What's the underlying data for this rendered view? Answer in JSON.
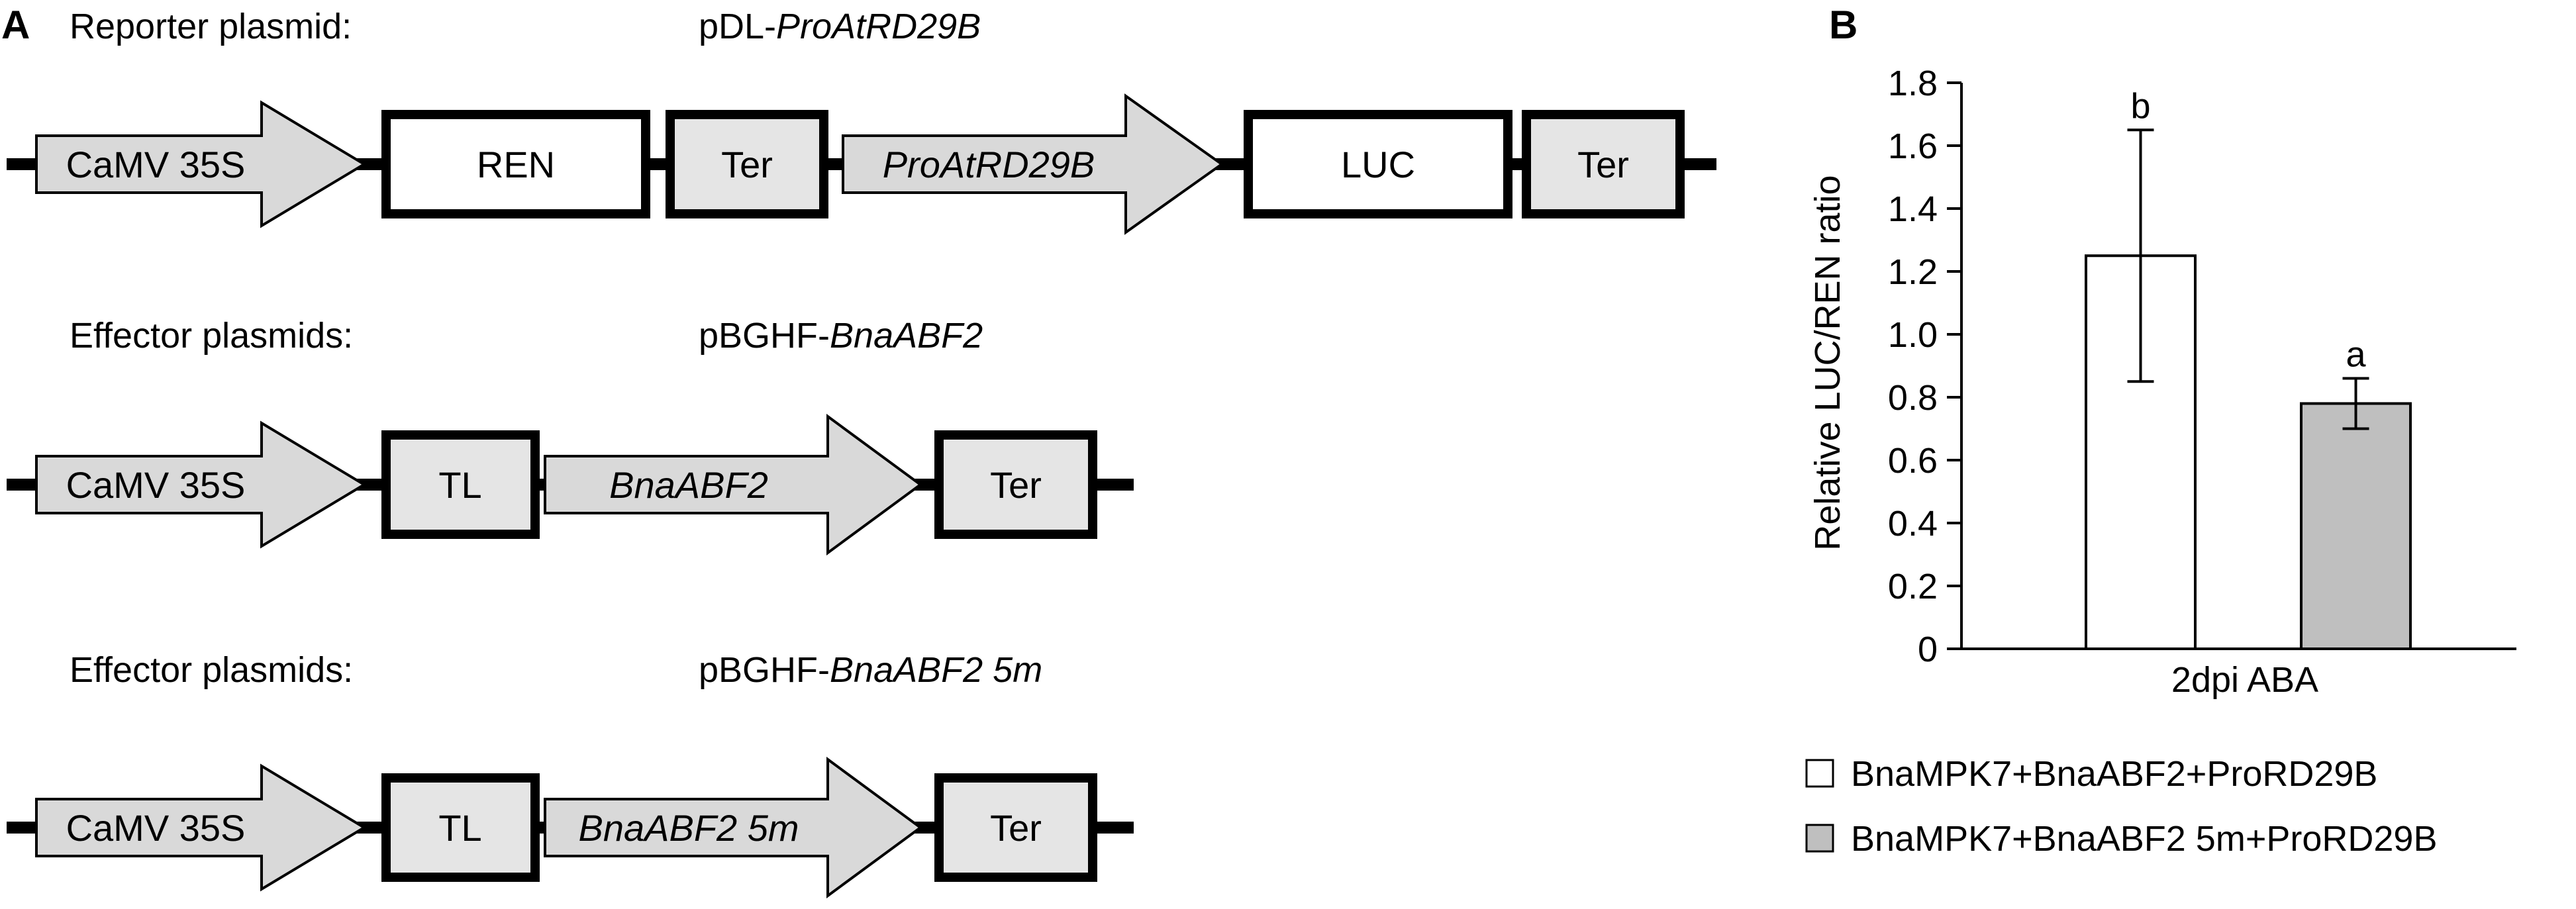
{
  "panel_a": {
    "letter": "A",
    "constructs": [
      {
        "label": "Reporter plasmid:",
        "name_prefix": "pDL-",
        "name_italic": "ProAtRD29B",
        "elements": [
          {
            "kind": "arrow",
            "text": "CaMV 35S",
            "italic": false,
            "fill": "#d9d9d9"
          },
          {
            "kind": "box",
            "text": "REN",
            "italic": false,
            "fill": "#ffffff"
          },
          {
            "kind": "box",
            "text": "Ter",
            "italic": false,
            "fill": "#e5e5e5"
          },
          {
            "kind": "arrow",
            "text": "ProAtRD29B",
            "italic": true,
            "fill": "#d9d9d9"
          },
          {
            "kind": "box",
            "text": "LUC",
            "italic": false,
            "fill": "#ffffff"
          },
          {
            "kind": "box",
            "text": "Ter",
            "italic": false,
            "fill": "#e5e5e5"
          }
        ]
      },
      {
        "label": "Effector plasmids:",
        "name_prefix": "pBGHF-",
        "name_italic": "BnaABF2",
        "elements": [
          {
            "kind": "arrow",
            "text": "CaMV 35S",
            "italic": false,
            "fill": "#d9d9d9"
          },
          {
            "kind": "box",
            "text": "TL",
            "italic": false,
            "fill": "#e5e5e5"
          },
          {
            "kind": "arrow",
            "text": "BnaABF2",
            "italic": true,
            "fill": "#d9d9d9"
          },
          {
            "kind": "box",
            "text": "Ter",
            "italic": false,
            "fill": "#e5e5e5"
          }
        ]
      },
      {
        "label": "Effector plasmids:",
        "name_prefix": "pBGHF-",
        "name_italic": "BnaABF2 5m",
        "elements": [
          {
            "kind": "arrow",
            "text": "CaMV 35S",
            "italic": false,
            "fill": "#d9d9d9"
          },
          {
            "kind": "box",
            "text": "TL",
            "italic": false,
            "fill": "#e5e5e5"
          },
          {
            "kind": "arrow",
            "text": "BnaABF2 5m",
            "italic": true,
            "fill": "#d9d9d9"
          },
          {
            "kind": "box",
            "text": "Ter",
            "italic": false,
            "fill": "#e5e5e5"
          }
        ]
      }
    ]
  },
  "panel_b": {
    "letter": "B"
  },
  "chart_data": {
    "type": "bar",
    "categories": [
      "2dpi ABA"
    ],
    "series": [
      {
        "name": "BnaMPK7+BnaABF2+ProRD29B",
        "values": [
          1.25
        ],
        "error": [
          0.4
        ],
        "significance": "b",
        "color": "#ffffff"
      },
      {
        "name": "BnaMPK7+BnaABF2 5m+ProRD29B",
        "values": [
          0.78
        ],
        "error": [
          0.08
        ],
        "significance": "a",
        "color": "#bfbfbf"
      }
    ],
    "title": "",
    "xlabel": "",
    "ylabel": "Relative LUC/REN ratio",
    "ylim": [
      0,
      1.8
    ],
    "yticks": [
      "0",
      "0.2",
      "0.4",
      "0.6",
      "0.8",
      "1.0",
      "1.2",
      "1.4",
      "1.6",
      "1.8"
    ],
    "grid": false,
    "legend_position": "bottom"
  }
}
